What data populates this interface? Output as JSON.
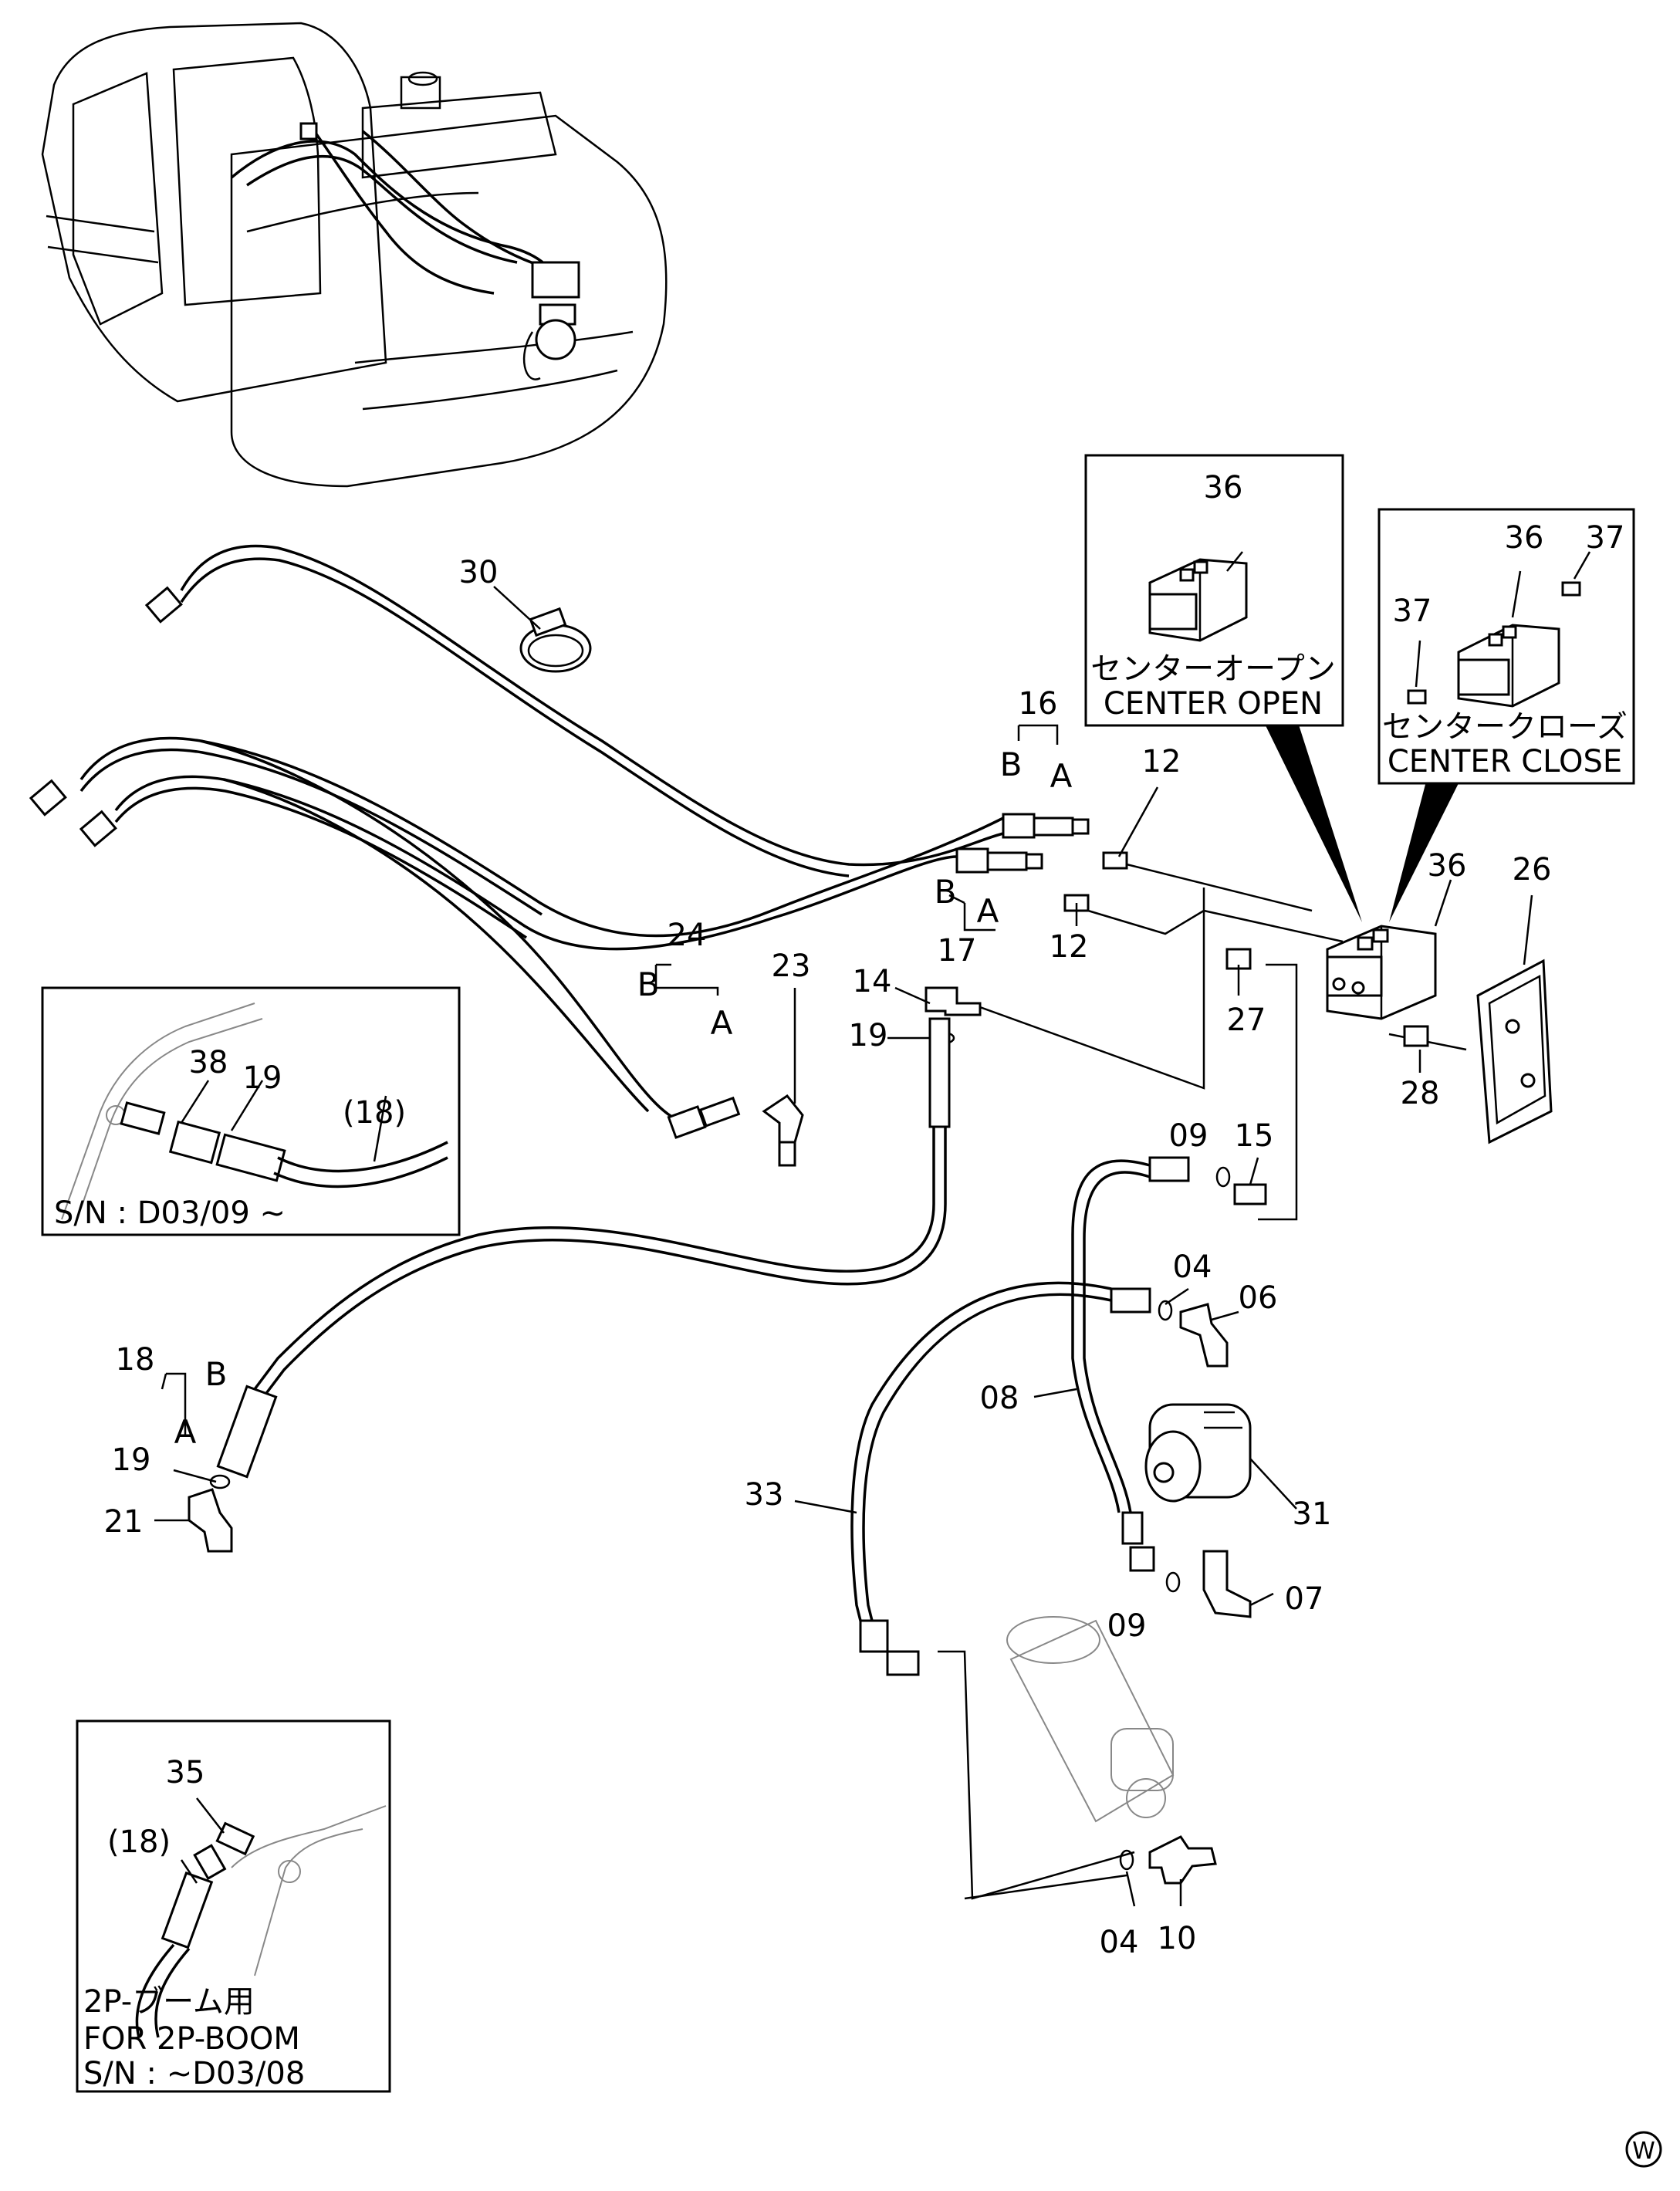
{
  "labels": {
    "l36a": "36",
    "l36b": "36",
    "l36c": "36",
    "l37a": "37",
    "l37b": "37",
    "l30": "30",
    "l16": "16",
    "l16b": "B",
    "l16a": "A",
    "l12a": "12",
    "l12b": "12",
    "l17": "17",
    "l17b": "B",
    "l17a": "A",
    "l26": "26",
    "l24": "24",
    "l24b": "B",
    "l24a": "A",
    "l23": "23",
    "l14": "14",
    "l19a": "19",
    "l27": "27",
    "l28": "28",
    "l38": "38",
    "l19b": "19",
    "l18a": "(18)",
    "l09a": "09",
    "l15": "15",
    "l04a": "04",
    "l06": "06",
    "l18": "18",
    "l18b": "B",
    "l18aa": "A",
    "l08": "08",
    "l19c": "19",
    "l21": "21",
    "l33": "33",
    "l31": "31",
    "l09b": "09",
    "l07": "07",
    "l35": "35",
    "l18c": "(18)",
    "l04b": "04",
    "l10": "10"
  },
  "boxes": {
    "center_open": {
      "jp": "センターオープン",
      "en": "CENTER OPEN"
    },
    "center_close": {
      "jp": "センタークローズ",
      "en": "CENTER CLOSE"
    },
    "sn_new": {
      "text": "S/N :   D03/09 ~"
    },
    "boom2p": {
      "jp": "2P-ブーム用",
      "en": "FOR 2P-BOOM",
      "sn": "S/N :   ~D03/08"
    }
  },
  "corner_mark": "W"
}
